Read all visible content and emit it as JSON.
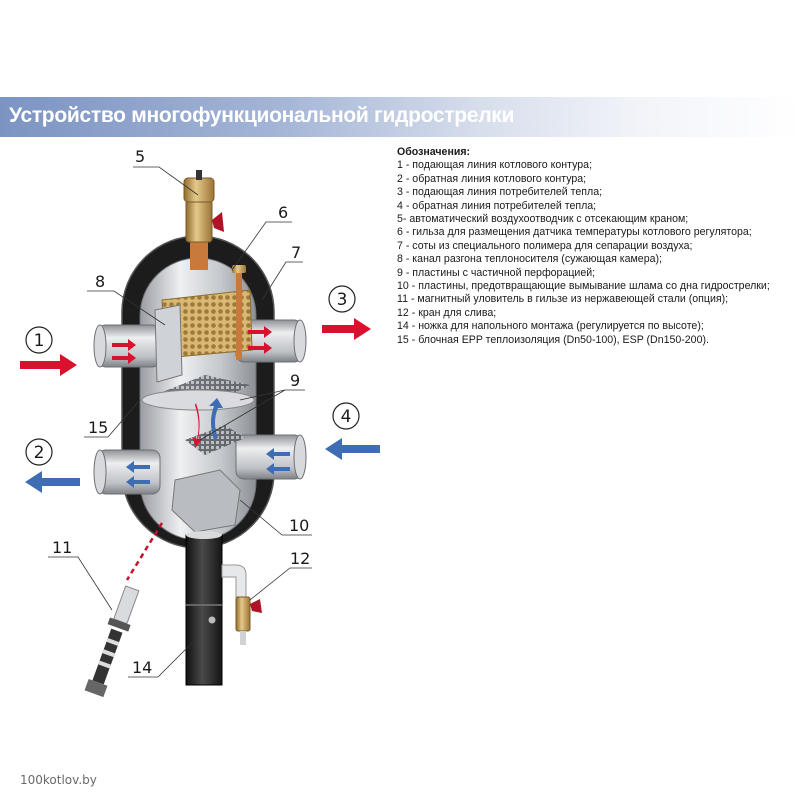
{
  "header": {
    "title": "Устройство многофункциональной гидрострелки"
  },
  "legend": {
    "title": "Обозначения:",
    "items": [
      "1 - подающая линия котлового контура;",
      "2 - обратная линия котлового контура;",
      "3 - подающая линия потребителей тепла;",
      "4 - обратная линия потребителей тепла;",
      "5- автоматический воздухоотводчик с отсекающим краном;",
      "6 - гильза для размещения датчика температуры котлового регулятора;",
      "7 - соты из специального полимера для сепарации воздуха;",
      "8 - канал разгона теплоносителя (сужающая камера);",
      "9 - пластины с частичной перфорацией;",
      "10 - пластины, предотвращающие вымывание шлама со дна гидрострелки;",
      "11 - магнитный уловитель в гильзе из нержавеющей стали (опция);",
      "12 - кран для слива;",
      "14 - ножка для напольного монтажа (регулируется по высоте);",
      "15 - блочная EPP теплоизоляция (Dn50-100), ESP (Dn150-200)."
    ]
  },
  "diagram": {
    "circled_labels": [
      "1",
      "2",
      "3",
      "4"
    ],
    "callout_labels": [
      "5",
      "6",
      "7",
      "8",
      "9",
      "10",
      "11",
      "12",
      "14",
      "15"
    ],
    "colors": {
      "hot_flow": "#d8112c",
      "cold_flow": "#3f6db3",
      "insulation": "#1e1e1e",
      "steel": "#c9cbce",
      "brass": "#c9a366",
      "honeycomb": "#d9b873"
    }
  },
  "footer": {
    "watermark": "100kotlov.by"
  }
}
